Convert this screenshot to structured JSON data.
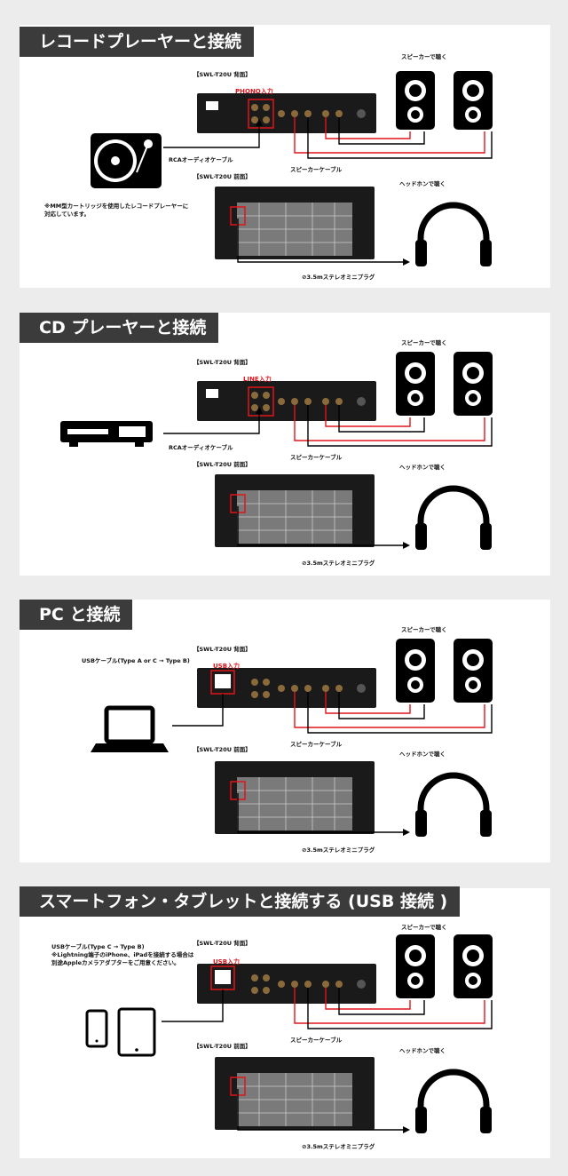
{
  "colors": {
    "accent": "#e0141b",
    "title_bg": "#3b3b3b",
    "device": "#1a1a1a"
  },
  "common": {
    "rear_label": "【SWL-T20U 背面】",
    "front_label": "【SWL-T20U 前面】",
    "speaker_label": "スピーカーで聴く",
    "headphone_label": "ヘッドホンで聴く",
    "speaker_cable": "スピーカーケーブル",
    "mini_plug": "⊘3.5mステレオミニプラグ"
  },
  "sections": [
    {
      "title": "レコードプレーヤーと接続",
      "input_label": "PHONO入力",
      "cable_label": "RCAオーディオケーブル",
      "note": "※MM型カートリッジを使用したレコードプレーヤーに\n対応しています。",
      "source_icon": "turntable-icon"
    },
    {
      "title": "CD プレーヤーと接続",
      "input_label": "LINE入力",
      "cable_label": "RCAオーディオケーブル",
      "note": "",
      "source_icon": "cd-player-icon"
    },
    {
      "title": "PC と接続",
      "input_label": "USB入力",
      "cable_label": "USBケーブル(Type A or C → Type B)",
      "note": "",
      "source_icon": "laptop-icon"
    },
    {
      "title": "スマートフォン・タブレットと接続する (USB 接続 )",
      "input_label": "USB入力",
      "cable_label": "",
      "note": "USBケーブル(Type C → Type B)\n※Lightning端子のiPhone、iPadを接続する場合は\n別途Appleカメラアダプターをご用意ください。",
      "source_icon": "phone-tablet-icon"
    }
  ]
}
